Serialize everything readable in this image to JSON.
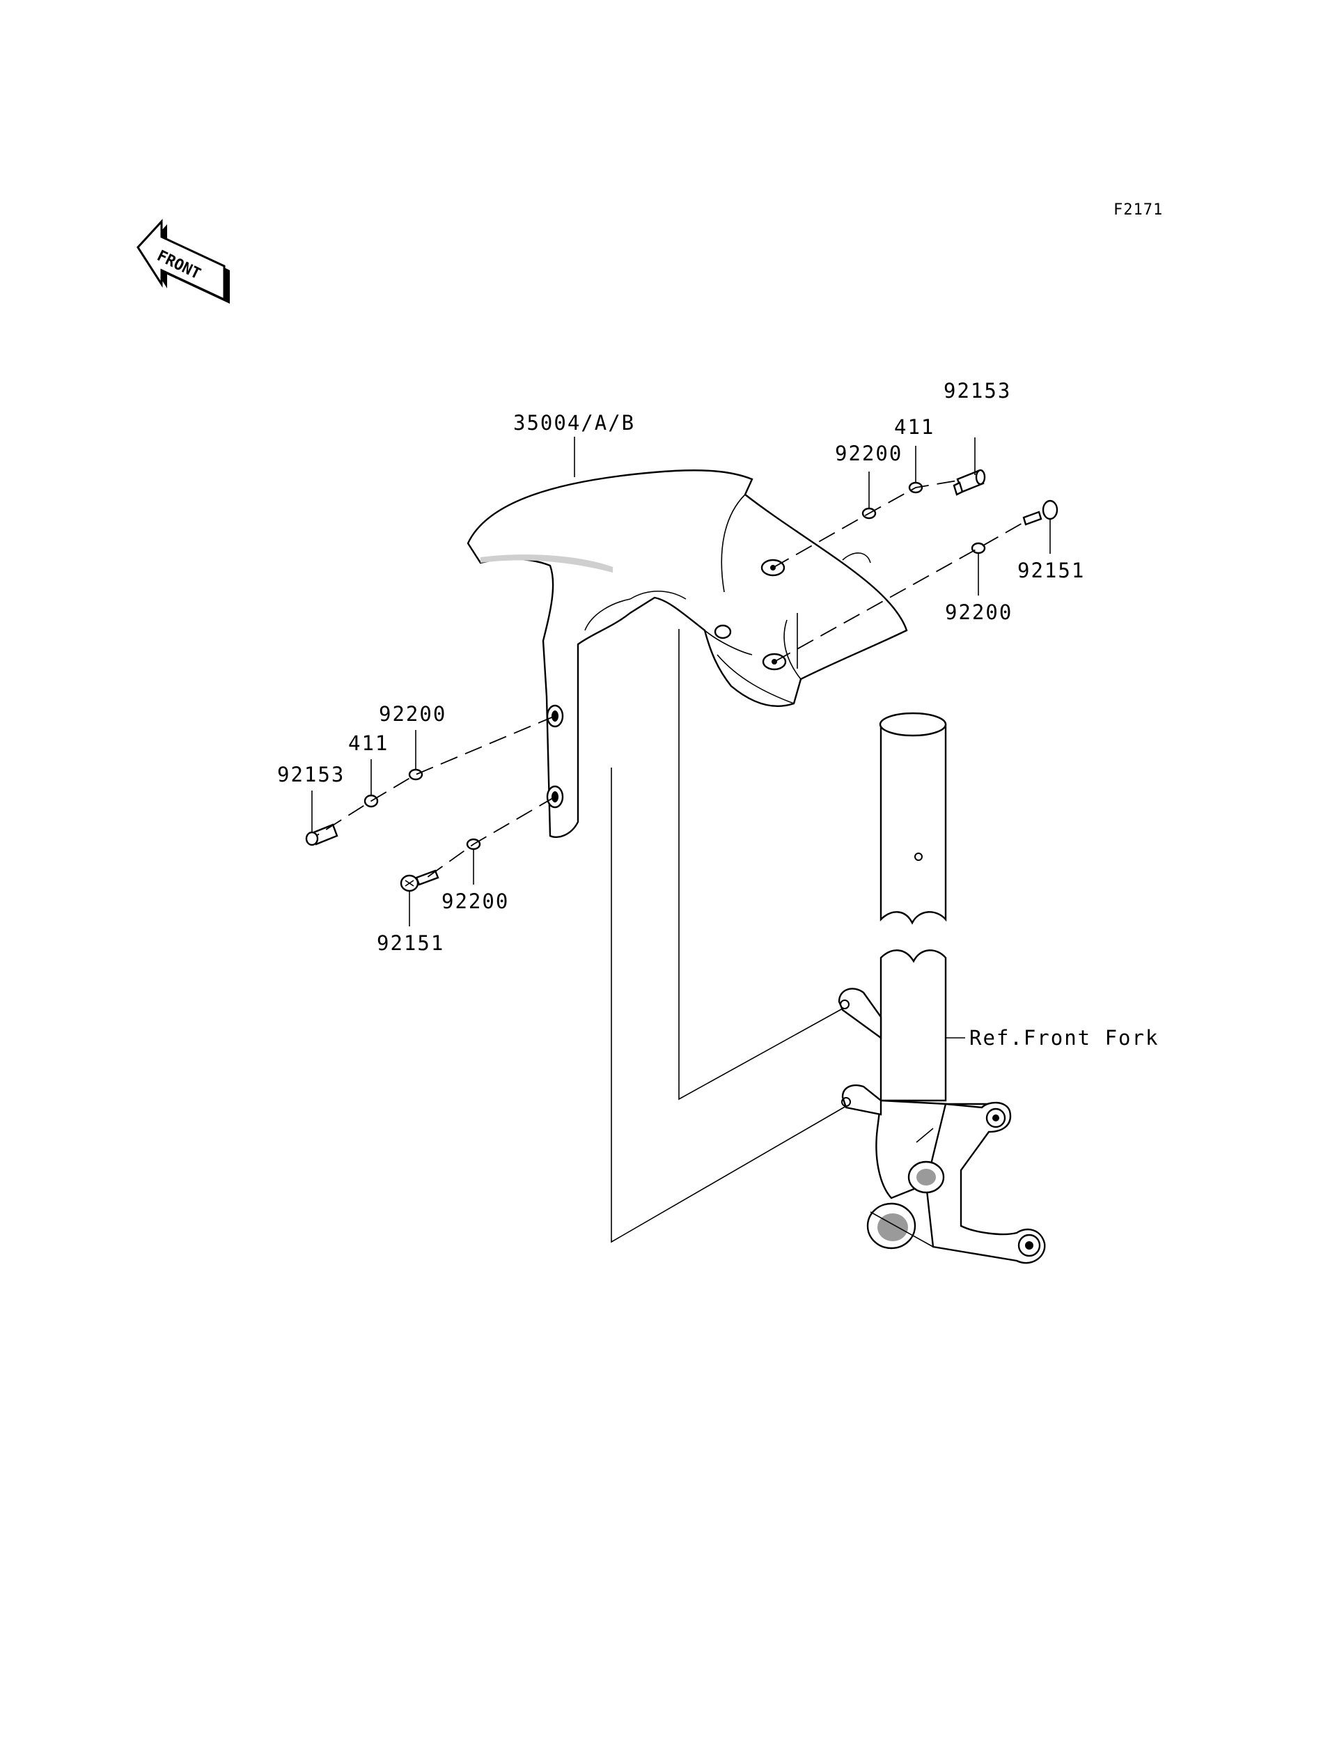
{
  "diagram_code": "F2171",
  "front_label": "FRONT",
  "labels": {
    "fender": "35004/A/B",
    "bolt_top_right": "92153",
    "collar_top_right": "411",
    "washer_top_right": "92200",
    "bolt_right": "92151",
    "washer_right": "92200",
    "washer_left_upper": "92200",
    "collar_left": "411",
    "bolt_left_upper": "92153",
    "washer_left_lower": "92200",
    "bolt_left_lower": "92151",
    "fork_ref": "Ref.Front Fork"
  }
}
